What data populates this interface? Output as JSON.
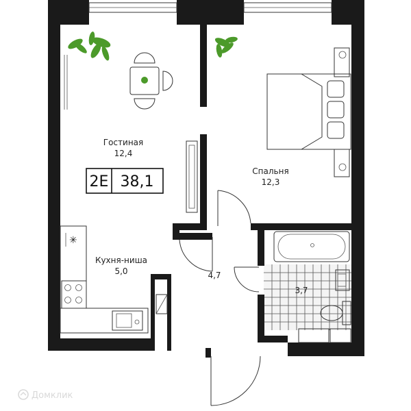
{
  "apartment": {
    "type_code": "2E",
    "total_area": "38,1"
  },
  "rooms": {
    "living": {
      "name": "Гостиная",
      "area": "12,4"
    },
    "bedroom": {
      "name": "Спальня",
      "area": "12,3"
    },
    "kitchen": {
      "name": "Кухня-ниша",
      "area": "5,0"
    },
    "hall": {
      "area": "4,7"
    },
    "bathroom": {
      "area": "3,7"
    }
  },
  "watermark": {
    "text": "Домклик"
  },
  "colors": {
    "wall": "#1a1a1a",
    "line": "#333333",
    "tile": "#e6e6e6",
    "plant": "#4c9a2a"
  }
}
